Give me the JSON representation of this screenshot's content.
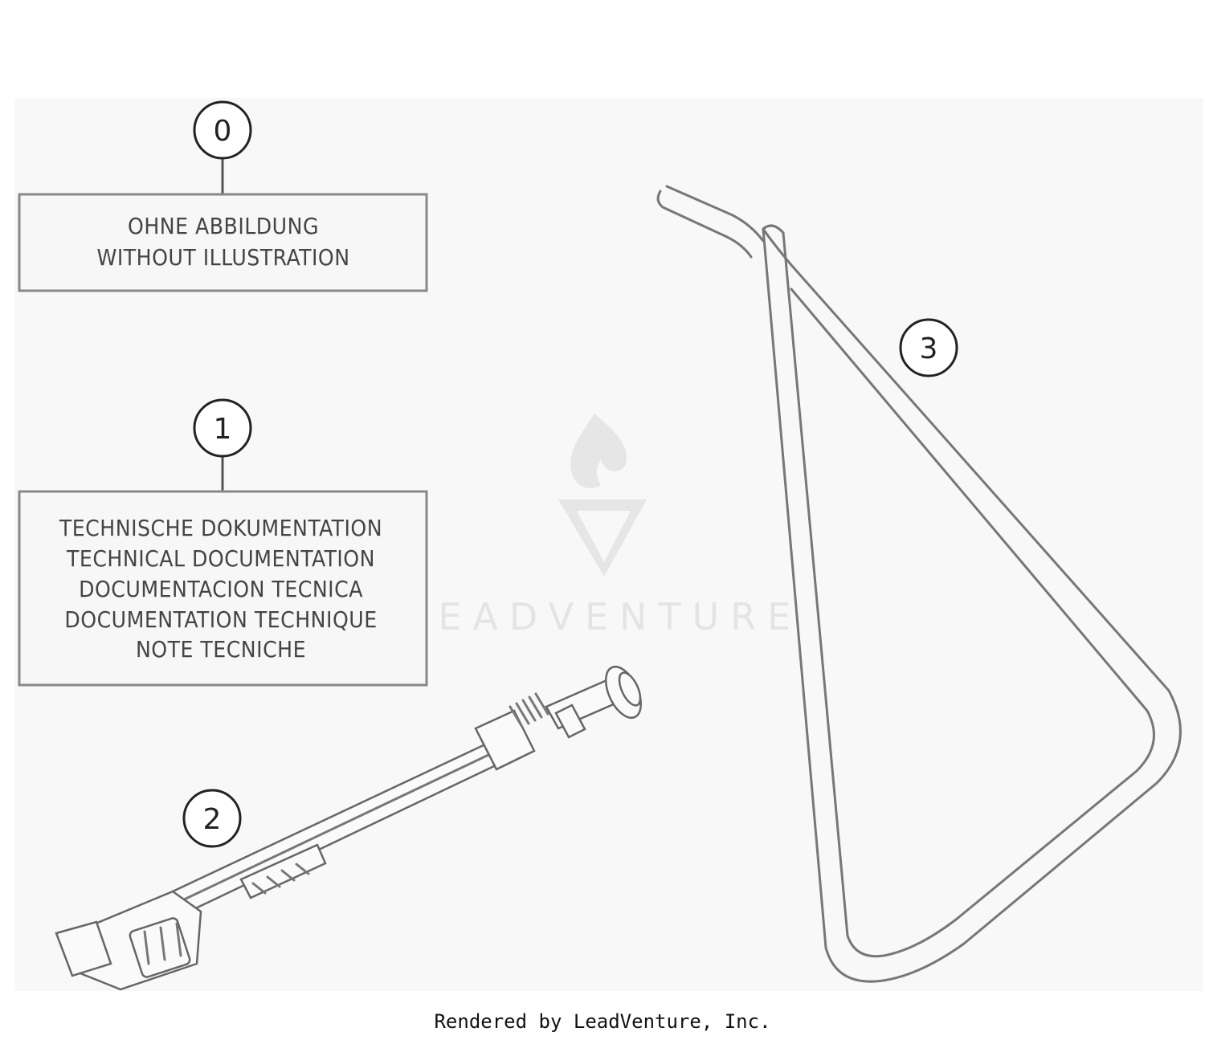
{
  "callouts": [
    {
      "number": "0"
    },
    {
      "number": "1"
    },
    {
      "number": "2"
    },
    {
      "number": "3"
    }
  ],
  "boxes": {
    "without_illustration": [
      "OHNE ABBILDUNG",
      "WITHOUT ILLUSTRATION"
    ],
    "technical_docs": [
      "TECHNISCHE DOKUMENTATION",
      "TECHNICAL DOCUMENTATION",
      "DOCUMENTACION TECNICA",
      "DOCUMENTATION TECHNIQUE",
      "NOTE TECNICHE"
    ]
  },
  "watermark": "LEADVENTURE",
  "footer": "Rendered by LeadVenture, Inc."
}
